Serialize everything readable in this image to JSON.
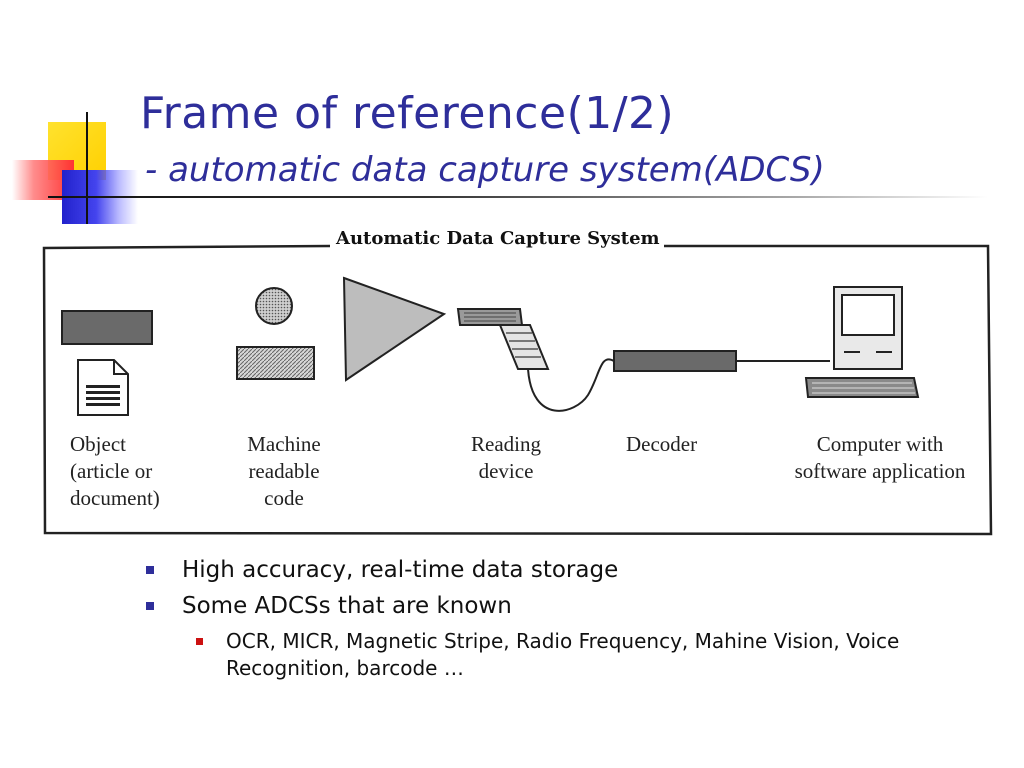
{
  "slide": {
    "title": "Frame of reference(1/2)",
    "subtitle": "- automatic data capture system(ADCS)"
  },
  "figure": {
    "title": "Automatic Data Capture System",
    "labels": {
      "object": [
        "Object",
        "(article or",
        "document)"
      ],
      "code": [
        "Machine",
        "readable",
        "code"
      ],
      "reader": [
        "Reading",
        "device"
      ],
      "decoder": [
        "Decoder"
      ],
      "computer": [
        "Computer with",
        "software application"
      ]
    }
  },
  "bullets": [
    {
      "text": "High accuracy, real-time data storage",
      "sub": []
    },
    {
      "text": "Some ADCSs that are known",
      "sub": [
        "OCR, MICR, Magnetic Stripe, Radio Frequency, Mahine Vision, Voice Recognition, barcode …"
      ]
    }
  ],
  "colors": {
    "title": "#2e2e9a",
    "bullet_level1": "#2e2e9a",
    "bullet_level2": "#cc1111",
    "deco_yellow": "#ffd000",
    "deco_red": "#ff3333",
    "deco_blue": "#2222cc"
  }
}
